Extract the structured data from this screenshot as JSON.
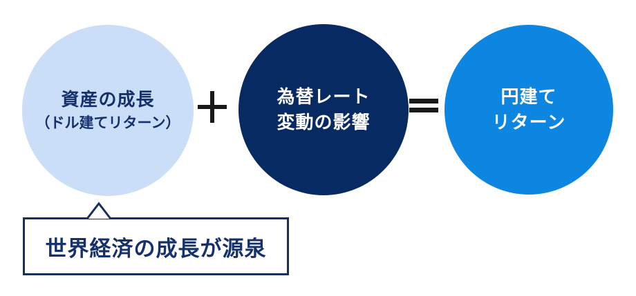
{
  "diagram": {
    "background_color": "#ffffff",
    "circles": [
      {
        "id": "asset-growth",
        "line1": "資産の成長",
        "line2": "（ドル建てリターン）",
        "fill_color": "#cadef8",
        "text_color": "#15306b"
      },
      {
        "id": "fx-impact",
        "line1": "為替レート",
        "line2": "変動の影響",
        "fill_color": "#082a63",
        "text_color": "#ffffff"
      },
      {
        "id": "yen-return",
        "line1": "円建て",
        "line2": "リターン",
        "fill_color": "#0d86e2",
        "text_color": "#ffffff"
      }
    ],
    "operators": {
      "plus": "＋",
      "equals": "＝",
      "color": "#1a1a1a"
    },
    "callout": {
      "text": "世界経済の成長が源泉",
      "border_color": "#15305e",
      "background_color": "#ffffff",
      "text_color": "#15306b"
    }
  }
}
